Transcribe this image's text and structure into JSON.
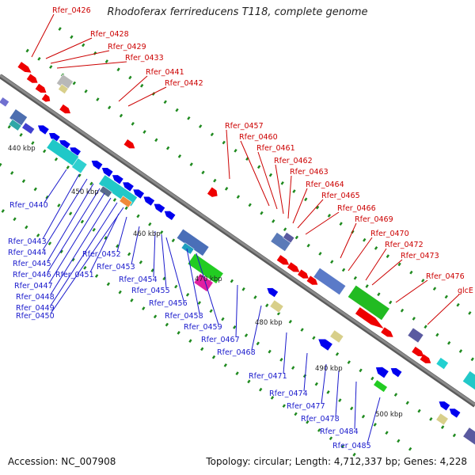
{
  "header": {
    "title": "Rhodoferax ferrireducens T118, complete genome"
  },
  "footer": {
    "accession": "Accession: NC_007908",
    "summary": "Topology: circular; Length: 4,712,337 bp; Genes: 4,228"
  },
  "colors": {
    "backbone": "#8a8a8a",
    "forward_gene": "#ee0000",
    "reverse_gene": "#0000ee",
    "forward_label": "#cc0000",
    "reverse_label": "#1a1acc",
    "tick_dot": "#1f8a1f"
  },
  "ticks": [
    "440 kbp",
    "450 kbp",
    "460 kbp",
    "470 kbp",
    "480 kbp",
    "490 kbp",
    "500 kbp"
  ],
  "top_labels": [
    "Rfer_0426",
    "Rfer_0428",
    "Rfer_0429",
    "Rfer_0433",
    "Rfer_0441",
    "Rfer_0442",
    "Rfer_0457",
    "Rfer_0460",
    "Rfer_0461",
    "Rfer_0462",
    "Rfer_0463",
    "Rfer_0464",
    "Rfer_0465",
    "Rfer_0466",
    "Rfer_0469",
    "Rfer_0470",
    "Rfer_0472",
    "Rfer_0473",
    "Rfer_0476",
    "glcE"
  ],
  "bottom_labels": [
    "Rfer_0440",
    "Rfer_0443",
    "Rfer_0444",
    "Rfer_0445",
    "Rfer_0446",
    "Rfer_0447",
    "Rfer_0448",
    "Rfer_0449",
    "Rfer_0450",
    "Rfer_0452",
    "Rfer_0451",
    "Rfer_0453",
    "Rfer_0454",
    "Rfer_0455",
    "Rfer_0456",
    "Rfer_0458",
    "Rfer_0459",
    "Rfer_0467",
    "Rfer_0468",
    "Rfer_0471",
    "Rfer_0474",
    "Rfer_0477",
    "Rfer_0478",
    "Rfer_0484",
    "Rfer_0485"
  ]
}
